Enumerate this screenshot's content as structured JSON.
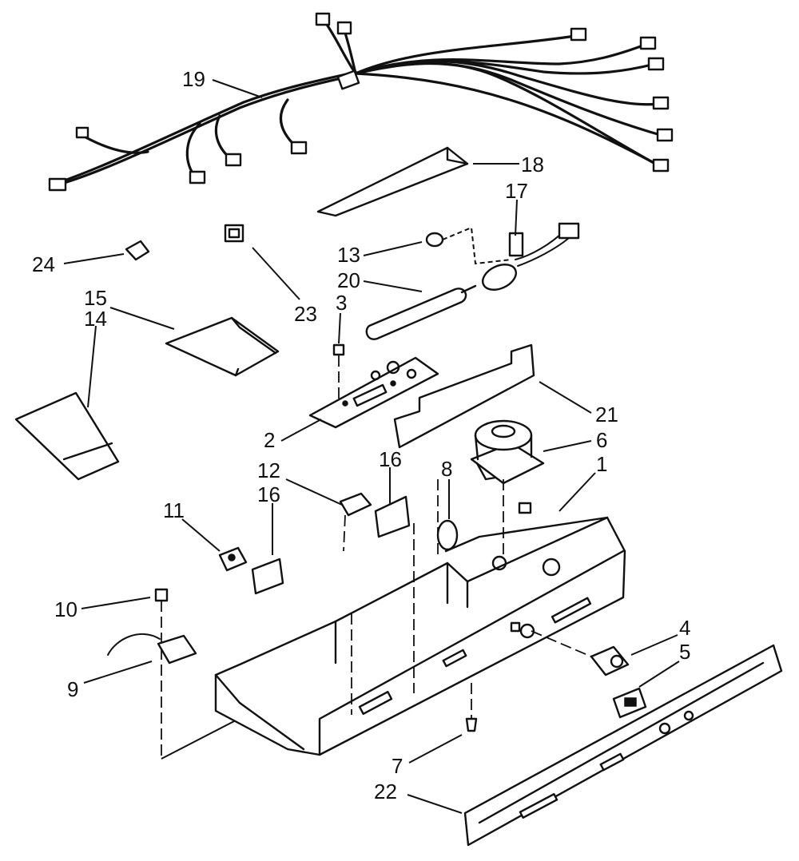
{
  "callouts": [
    {
      "id": "c1",
      "label": "1"
    },
    {
      "id": "c2",
      "label": "2"
    },
    {
      "id": "c3",
      "label": "3"
    },
    {
      "id": "c4",
      "label": "4"
    },
    {
      "id": "c5",
      "label": "5"
    },
    {
      "id": "c6",
      "label": "6"
    },
    {
      "id": "c7",
      "label": "7"
    },
    {
      "id": "c8",
      "label": "8"
    },
    {
      "id": "c9",
      "label": "9"
    },
    {
      "id": "c10",
      "label": "10"
    },
    {
      "id": "c11",
      "label": "11"
    },
    {
      "id": "c12",
      "label": "12"
    },
    {
      "id": "c13",
      "label": "13"
    },
    {
      "id": "c14",
      "label": "14"
    },
    {
      "id": "c15",
      "label": "15"
    },
    {
      "id": "c16a",
      "label": "16"
    },
    {
      "id": "c16b",
      "label": "16"
    },
    {
      "id": "c17",
      "label": "17"
    },
    {
      "id": "c18",
      "label": "18"
    },
    {
      "id": "c19",
      "label": "19"
    },
    {
      "id": "c20",
      "label": "20"
    },
    {
      "id": "c21",
      "label": "21"
    },
    {
      "id": "c22",
      "label": "22"
    },
    {
      "id": "c23",
      "label": "23"
    },
    {
      "id": "c24",
      "label": "24"
    }
  ]
}
